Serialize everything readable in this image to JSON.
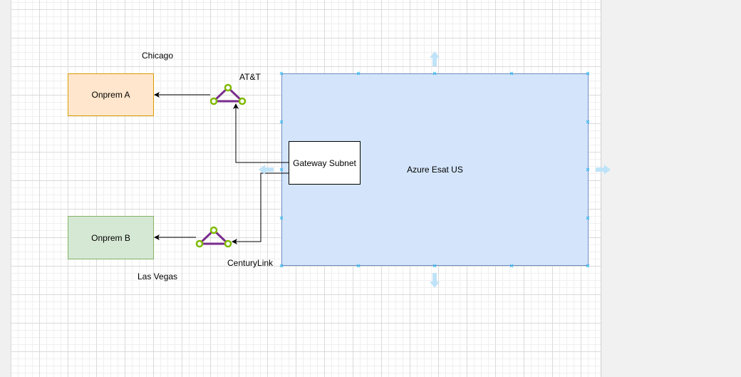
{
  "nodes": {
    "onprem_a": {
      "label": "Onprem A",
      "fill": "#ffe6cc",
      "stroke": "#d79b00"
    },
    "onprem_b": {
      "label": "Onprem B",
      "fill": "#d5e8d4",
      "stroke": "#82b366"
    },
    "azure_region": {
      "label": "Azure Esat US",
      "fill": "#d4e5fb",
      "stroke": "#6c8ebf"
    },
    "gateway_subnet": {
      "label": "Gateway Subnet",
      "fill": "#ffffff",
      "stroke": "#000000"
    }
  },
  "labels": {
    "chicago": "Chicago",
    "las_vegas": "Las Vegas",
    "att": "AT&T",
    "centurylink": "CenturyLink"
  },
  "icons": {
    "router_top": "network-triangle-icon",
    "router_bottom": "network-triangle-icon",
    "router_color": "#7a2e8e",
    "router_node_color": "#7fba00"
  },
  "selection": {
    "handle_color": "#29b6f2",
    "arrow_color": "#bfe3f8"
  }
}
